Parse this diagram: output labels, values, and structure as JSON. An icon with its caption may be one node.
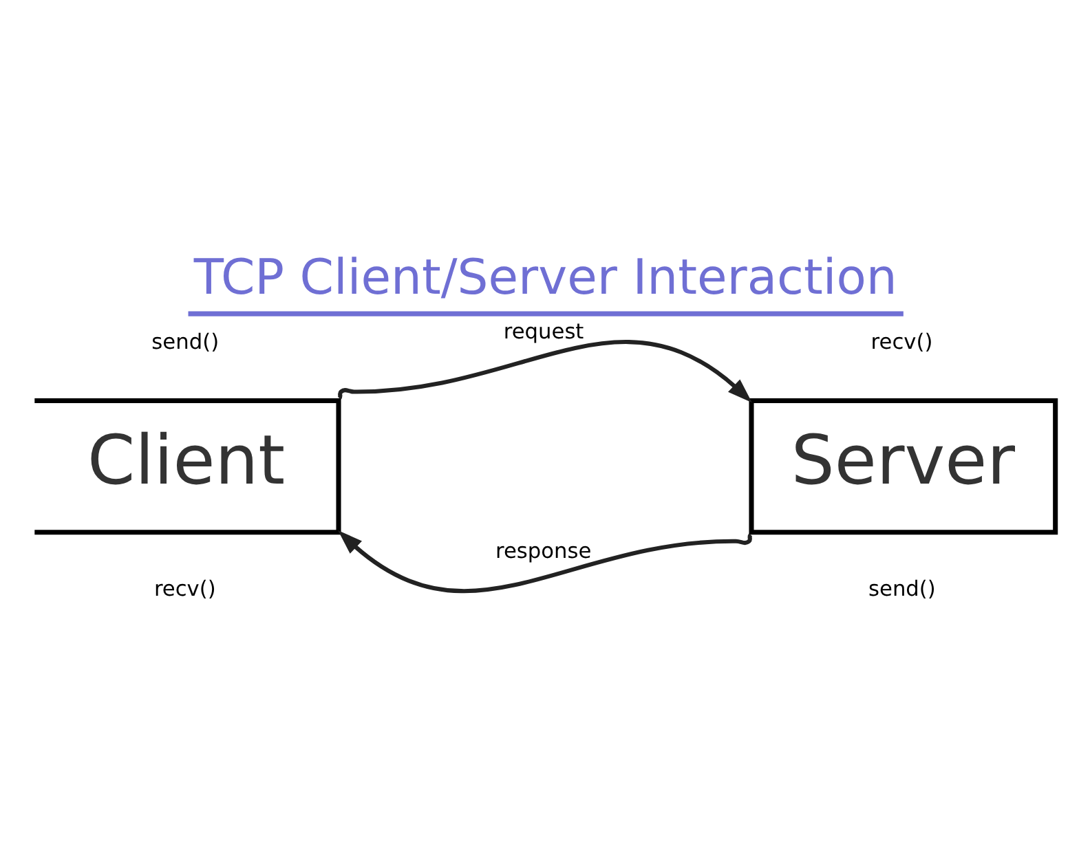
{
  "diagram": {
    "title": "TCP Client/Server Interaction",
    "nodes": [
      {
        "text": [
          "Client"
        ],
        "beside": [
          "send()",
          "recv()"
        ]
      },
      {
        "text": [
          "Server"
        ],
        "beside": [
          "recv()",
          "send()"
        ]
      }
    ],
    "edges": [
      {
        "from": 0,
        "to": 1,
        "arrow": "to",
        "label": "request"
      },
      {
        "from": 1,
        "to": 0,
        "arrow": "to",
        "label": "response"
      }
    ]
  }
}
